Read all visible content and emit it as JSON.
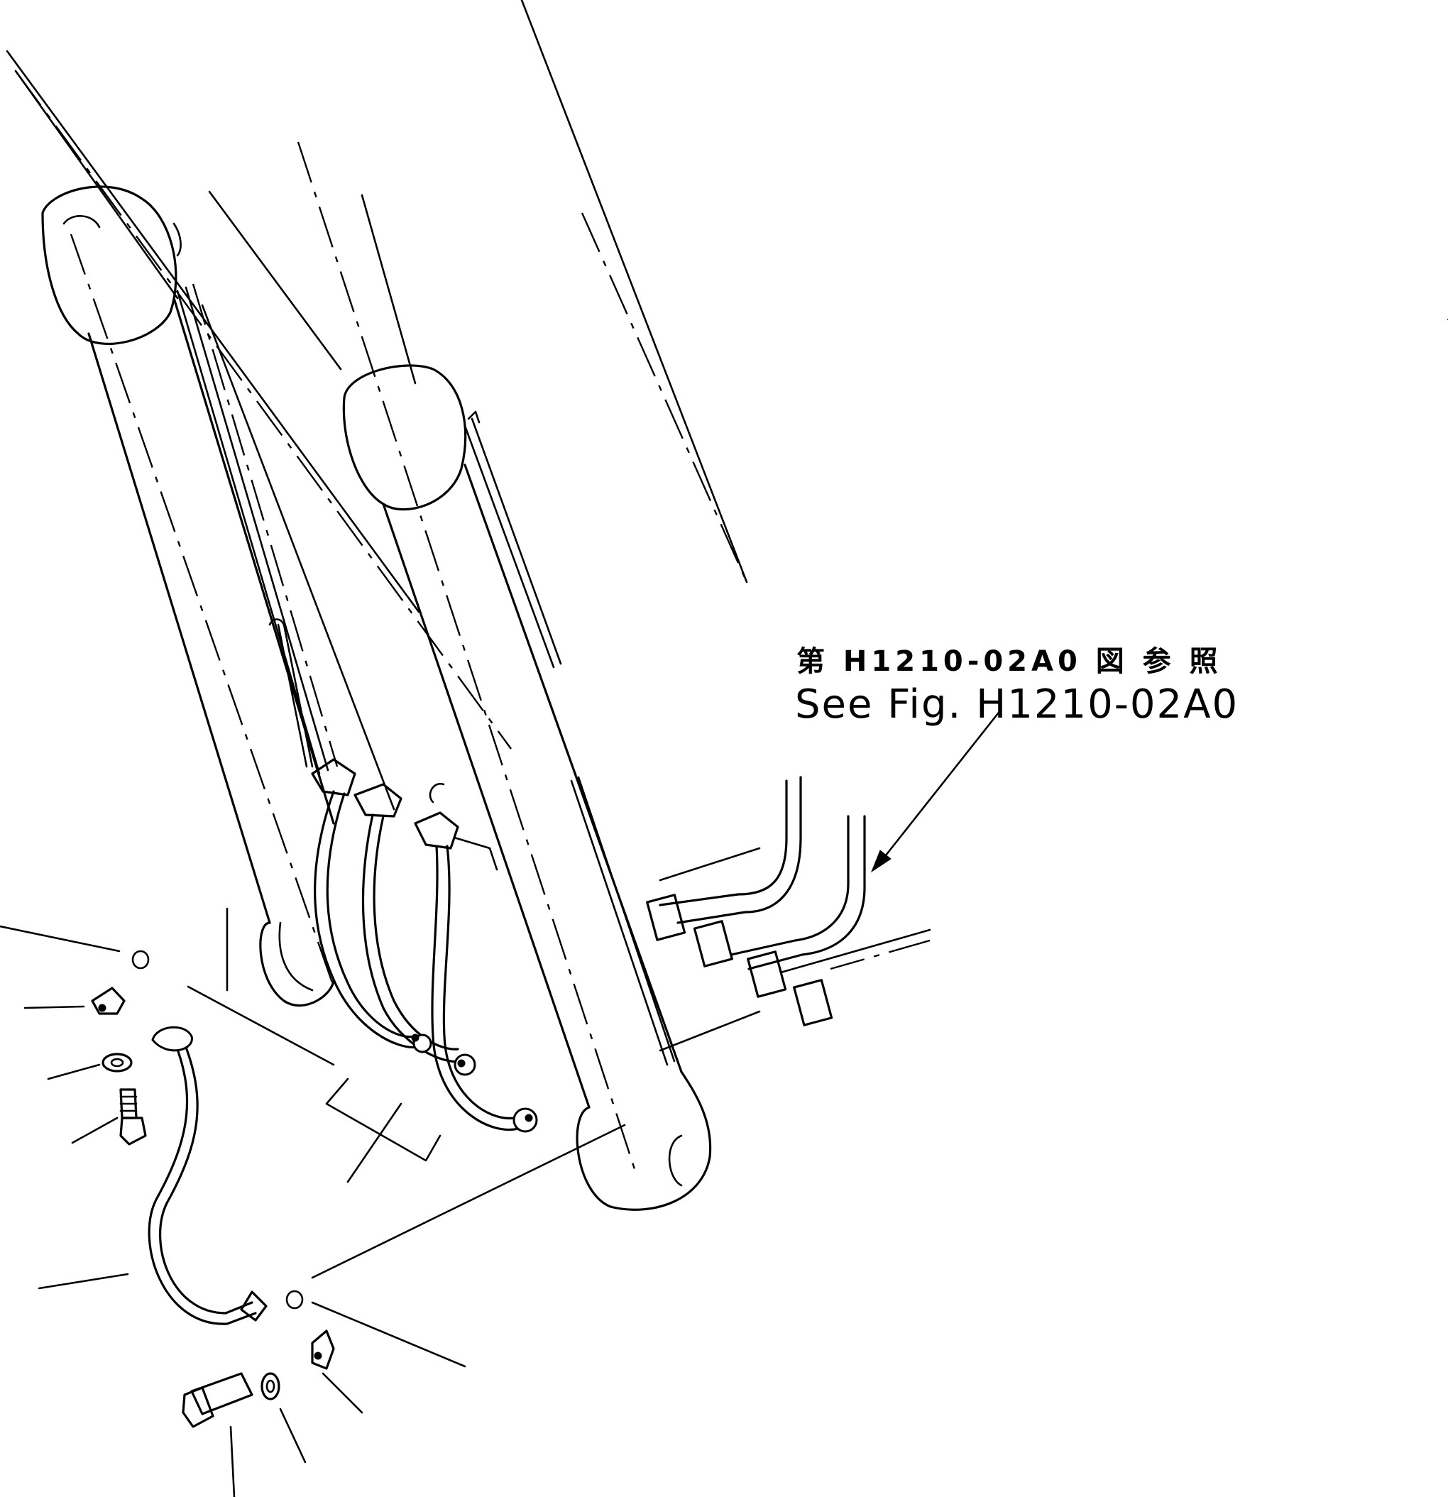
{
  "reference": {
    "japanese": "第 H1210-02A0 図 参 照",
    "english": "See Fig. H1210-02A0"
  },
  "colors": {
    "line": "#000000",
    "background": "#ffffff"
  },
  "parts": [
    {
      "name": "left-boom-cylinder"
    },
    {
      "name": "right-boom-cylinder"
    },
    {
      "name": "hose-assembly"
    },
    {
      "name": "hydraulic-tube"
    },
    {
      "name": "o-ring"
    },
    {
      "name": "split-flange"
    },
    {
      "name": "washer"
    },
    {
      "name": "bolt"
    }
  ]
}
